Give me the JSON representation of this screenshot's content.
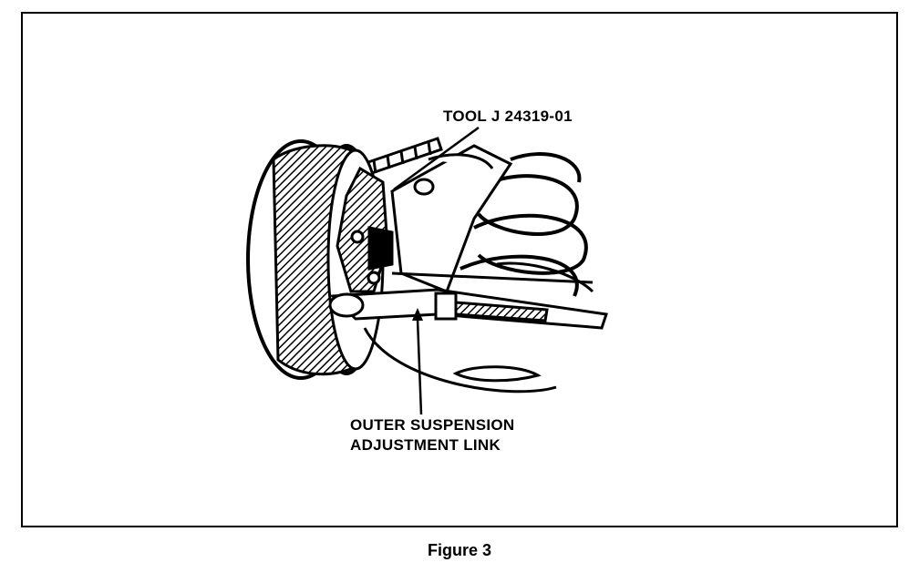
{
  "callouts": {
    "tool": "TOOL J 24319-01",
    "link_line1": "OUTER SUSPENSION",
    "link_line2": "ADJUSTMENT LINK"
  },
  "caption": "Figure 3",
  "colors": {
    "ink": "#000000",
    "paper": "#ffffff"
  }
}
